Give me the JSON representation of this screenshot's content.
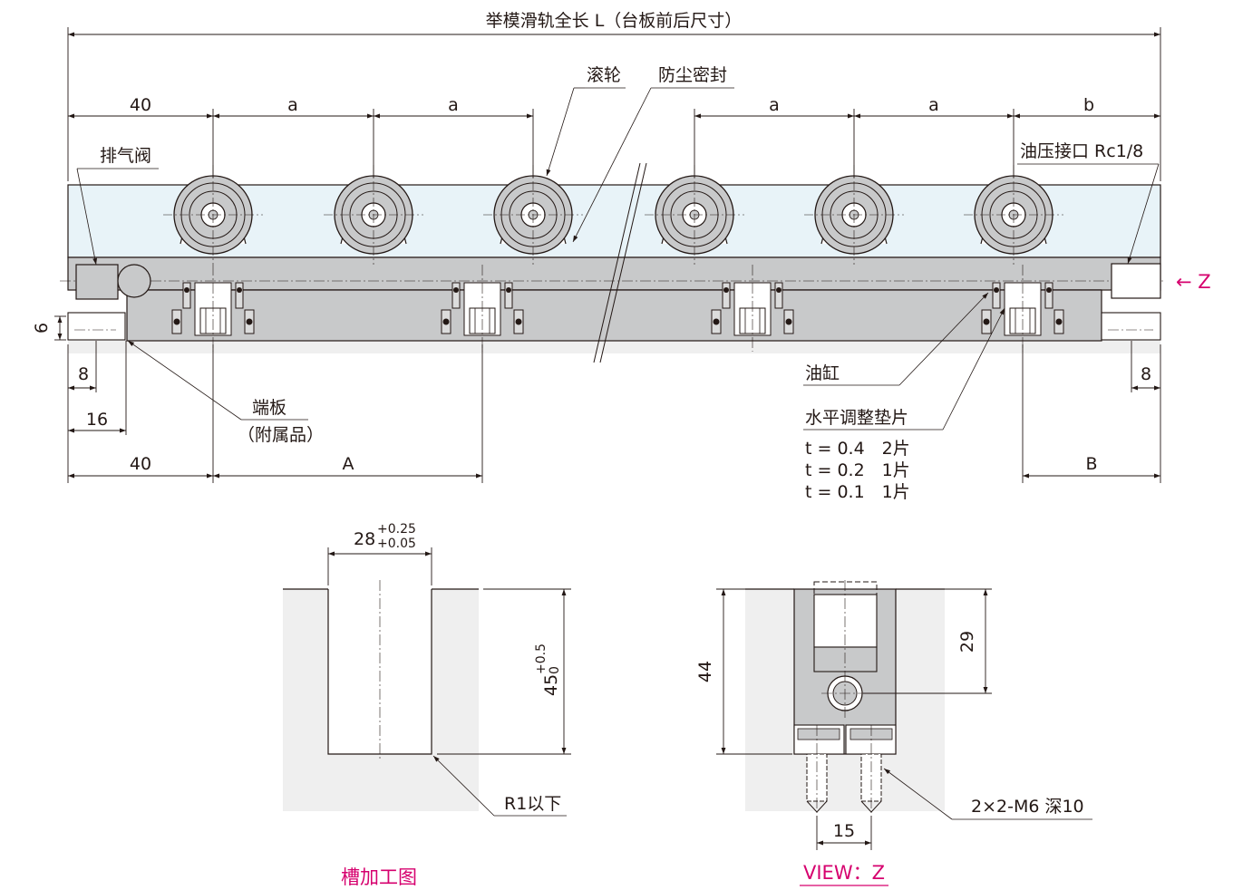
{
  "top_view": {
    "title_dim": "举模滑轨全长 L（台板前后尺寸）",
    "dim_left": "40",
    "dim_a": "a",
    "dim_b": "b",
    "label_roller": "滚轮",
    "label_seal": "防尘密封",
    "label_vent": "排气阀",
    "label_port": "油压接口 Rc1/8",
    "label_z_arrow": "← Z",
    "dim_6": "6",
    "dim_8_left": "8",
    "dim_16": "16",
    "label_endplate_1": "端板",
    "label_endplate_2": "（附属品）",
    "dim_40_bottom": "40",
    "dim_A": "A",
    "label_cylinder": "油缸",
    "label_shim": "水平调整垫片",
    "shim_1": "t = 0.4　2片",
    "shim_2": "t = 0.2　1片",
    "shim_3": "t = 0.1　1片",
    "dim_8_right": "8",
    "dim_B": "B"
  },
  "groove": {
    "width_dim": "28",
    "width_tol_upper": "+0.25",
    "width_tol_lower": "+0.05",
    "depth_dim": "45",
    "depth_tol_upper": "+0.5",
    "depth_tol_lower": "0",
    "radius_label": "R1以下",
    "caption": "槽加工图"
  },
  "view_z": {
    "dim_44": "44",
    "dim_29": "29",
    "dim_15": "15",
    "thread_label": "2×2-M6 深10",
    "caption": "VIEW：Z"
  },
  "colors": {
    "accent": "#d6006e",
    "rail_fill": "#c8c9ca",
    "table_fill": "#e8f3f8",
    "base_fill": "#efefef",
    "line": "#231815"
  }
}
